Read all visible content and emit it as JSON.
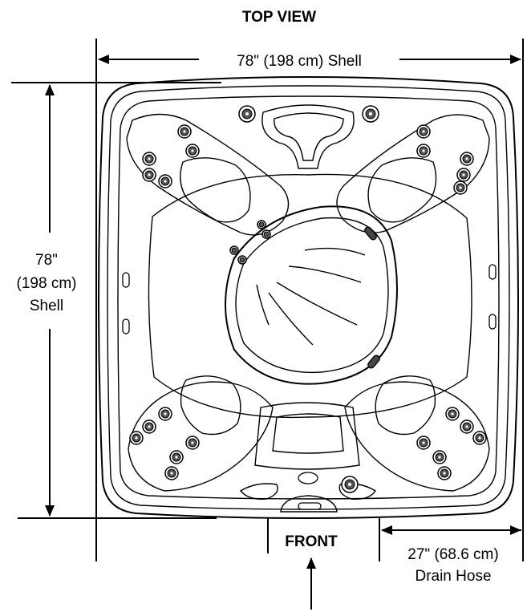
{
  "title": "TOP VIEW",
  "dimensions": {
    "width_label": "78\" (198 cm) Shell",
    "height_label_line1": "78\"",
    "height_label_line2": "(198 cm)",
    "height_label_line3": "Shell",
    "front_label": "FRONT",
    "drain_label_line1": "27\" (68.6 cm)",
    "drain_label_line2": "Drain Hose"
  }
}
